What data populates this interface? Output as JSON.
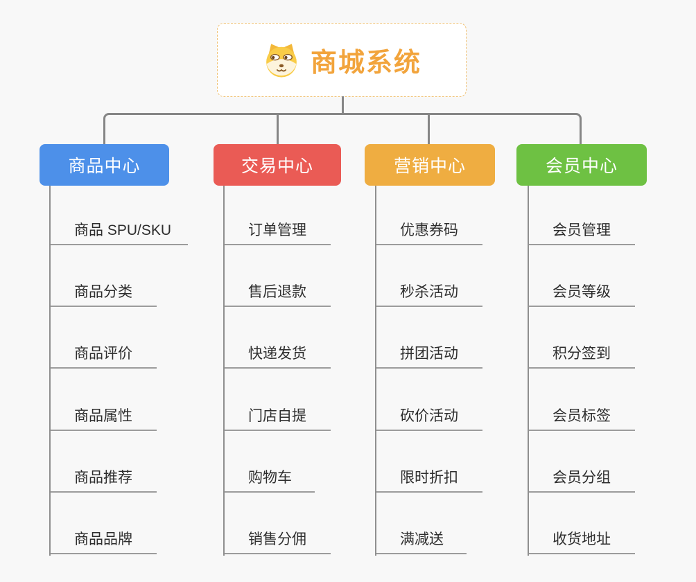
{
  "background_color": "#f8f8f8",
  "connector_color": "#868686",
  "root": {
    "title": "商城系统",
    "icon": "shiba-dog-icon",
    "title_color": "#f2a43c",
    "border_color": "#f0c173"
  },
  "branches": [
    {
      "label": "商品中心",
      "color": "#4d90e9",
      "items": [
        "商品 SPU/SKU",
        "商品分类",
        "商品评价",
        "商品属性",
        "商品推荐",
        "商品品牌"
      ]
    },
    {
      "label": "交易中心",
      "color": "#ea5b55",
      "items": [
        "订单管理",
        "售后退款",
        "快递发货",
        "门店自提",
        "购物车",
        "销售分佣"
      ]
    },
    {
      "label": "营销中心",
      "color": "#efad41",
      "items": [
        "优惠券码",
        "秒杀活动",
        "拼团活动",
        "砍价活动",
        "限时折扣",
        "满减送"
      ]
    },
    {
      "label": "会员中心",
      "color": "#6ec143",
      "items": [
        "会员管理",
        "会员等级",
        "积分签到",
        "会员标签",
        "会员分组",
        "收货地址"
      ]
    }
  ]
}
